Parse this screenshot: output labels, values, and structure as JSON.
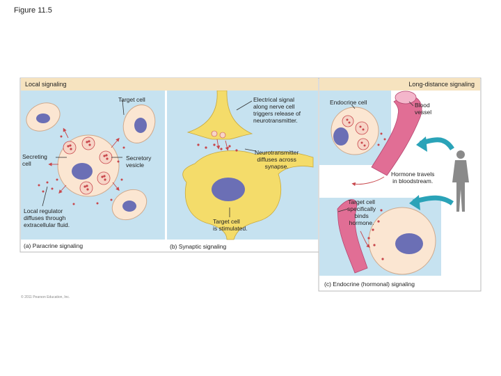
{
  "figure_title": "Figure 11.5",
  "headers": {
    "local": "Local signaling",
    "long_distance": "Long-distance signaling"
  },
  "labels": {
    "target_cell": "Target cell",
    "secreting_cell": [
      "Secreting",
      "cell"
    ],
    "secretory_vesicle": [
      "Secretory",
      "vesicle"
    ],
    "local_regulator": [
      "Local regulator",
      "diffuses through",
      "extracellular fluid."
    ],
    "electrical_signal": [
      "Electrical signal",
      "along nerve cell",
      "triggers release of",
      "neurotransmitter."
    ],
    "neurotransmitter": [
      "Neurotransmitter",
      "diffuses across",
      "synapse."
    ],
    "target_stimulated": [
      "Target cell",
      "is stimulated."
    ],
    "endocrine_cell": "Endocrine cell",
    "blood_vessel": [
      "Blood",
      "vessel"
    ],
    "hormone_travels": [
      "Hormone travels",
      "in bloodstream."
    ],
    "target_binds": [
      "Target cell",
      "specifically",
      "binds",
      "hormone."
    ]
  },
  "captions": {
    "a": "(a) Paracrine signaling",
    "b": "(b) Synaptic signaling",
    "c": "(c) Endocrine (hormonal) signaling"
  },
  "copyright": "© 2011 Pearson Education, Inc.",
  "colors": {
    "panel_blue": "#c6e2f0",
    "header_tan": "#f6e3bf",
    "cell_fill": "#fbe6d2",
    "nucleus": "#6b6fb5",
    "neuron": "#f4dc6a",
    "vessel": "#e16e95",
    "arrow_teal": "#2aa3b8",
    "molecule_red": "#c8464b"
  }
}
